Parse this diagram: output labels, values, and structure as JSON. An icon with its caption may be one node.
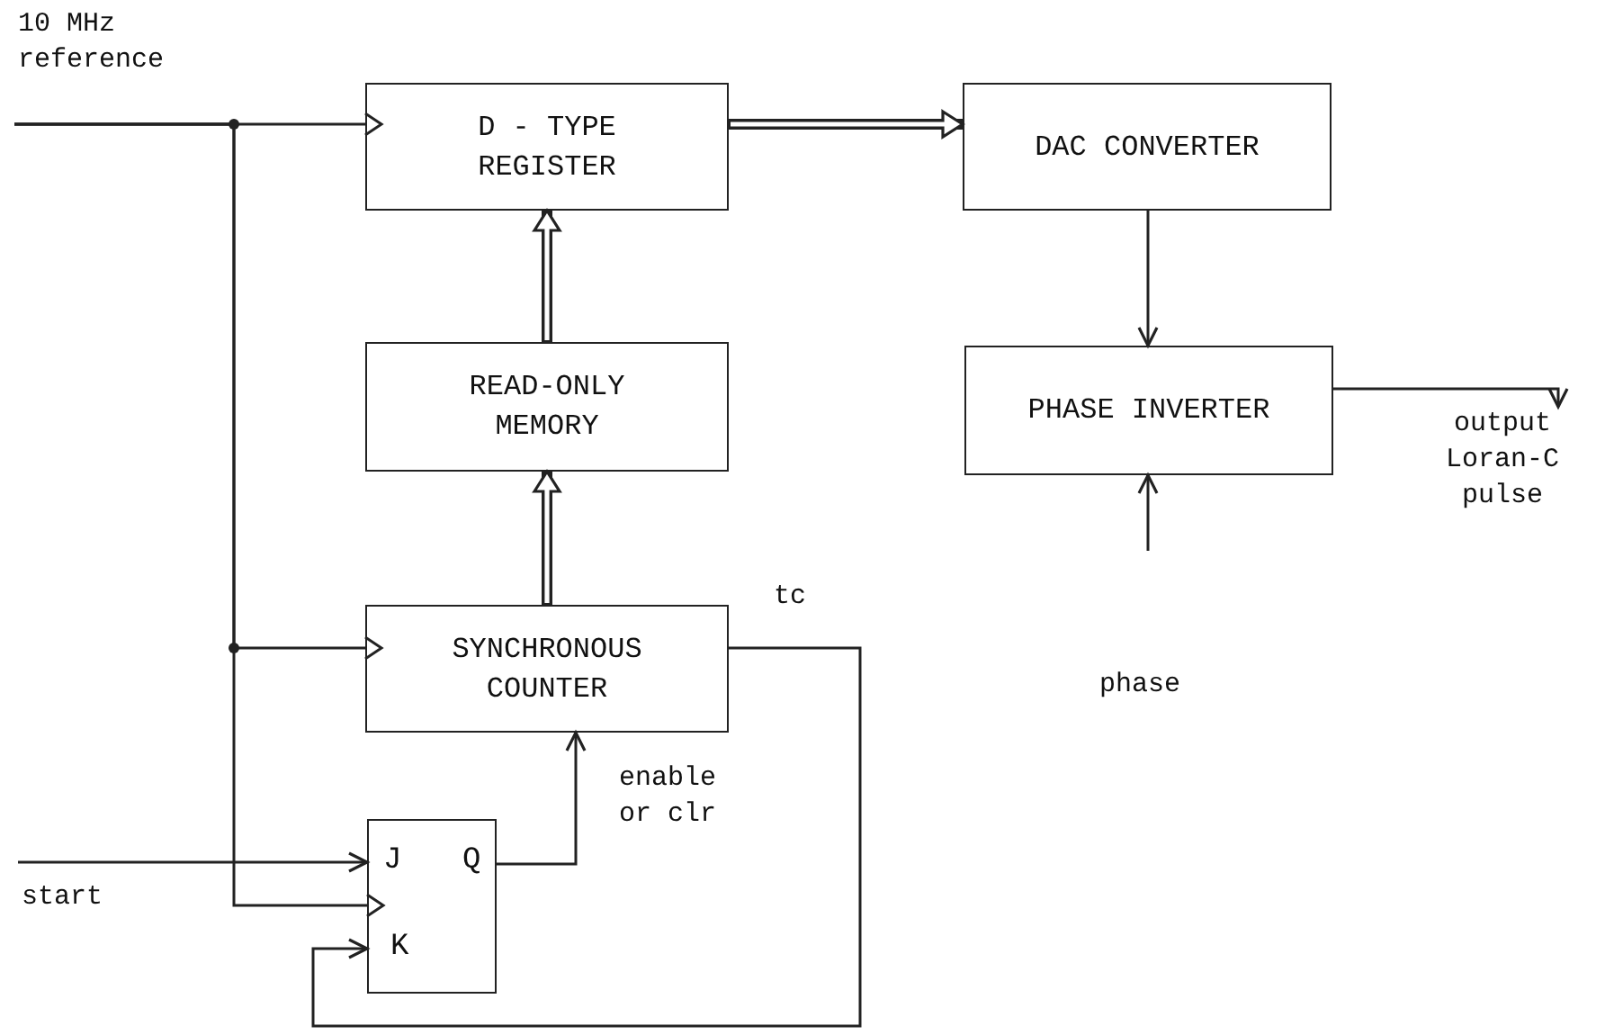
{
  "diagram": {
    "nodes": [
      {
        "text": [
          "D - TYPE REGISTER"
        ]
      },
      {
        "text": [
          "DAC CONVERTER"
        ]
      },
      {
        "text": [
          "READ-ONLY MEMORY"
        ]
      },
      {
        "text": [
          "PHASE INVERTER"
        ]
      },
      {
        "text": [
          "SYNCHRONOUS COUNTER"
        ]
      },
      {
        "text": [
          "J",
          "Q",
          "K"
        ]
      },
      {
        "text": [
          "output Loran-C pulse"
        ]
      }
    ],
    "edges": [
      {
        "from": null,
        "to": 0,
        "arrow": "to"
      },
      {
        "from": null,
        "to": 4,
        "arrow": "to"
      },
      {
        "from": null,
        "to": 5,
        "arrow": "to"
      },
      {
        "from": 0,
        "to": 1,
        "arrow": "to",
        "style": "thick"
      },
      {
        "from": 2,
        "to": 0,
        "arrow": "to",
        "style": "thick"
      },
      {
        "from": 4,
        "to": 2,
        "arrow": "to",
        "style": "thick"
      },
      {
        "from": 1,
        "to": 3,
        "arrow": "to"
      },
      {
        "from": 3,
        "to": 6,
        "arrow": "to"
      },
      {
        "from": null,
        "to": 3,
        "arrow": "to"
      },
      {
        "from": null,
        "to": 5,
        "arrow": "to"
      },
      {
        "from": 5,
        "to": 4,
        "arrow": "to"
      },
      {
        "from": 4,
        "to": 5,
        "arrow": "to"
      }
    ],
    "labels": [
      "10 MHz reference",
      "start",
      "tc",
      "enable or clr",
      "phase"
    ]
  }
}
